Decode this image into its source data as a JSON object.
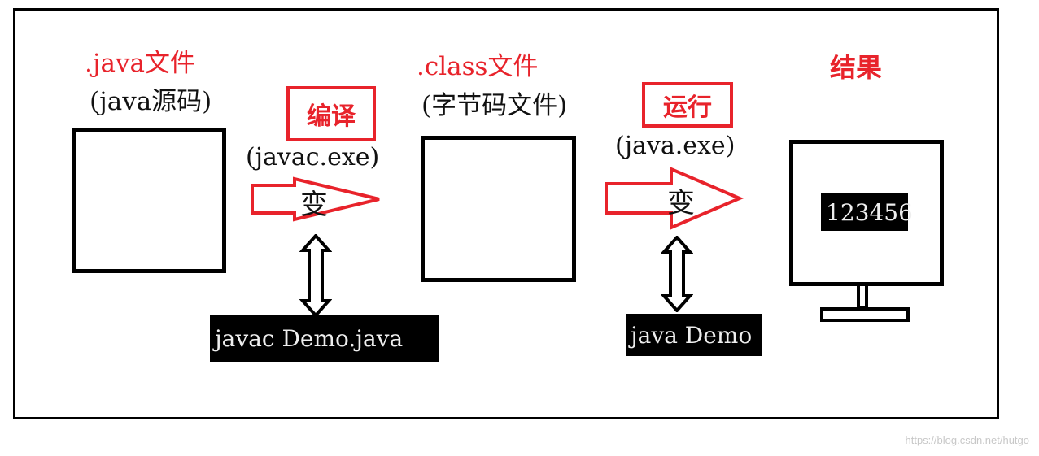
{
  "source_file": {
    "title": ".java文件",
    "subtitle": "(java源码)"
  },
  "compile": {
    "label": "编译",
    "tool": "(javac.exe)",
    "arrow_text": "变",
    "command": "javac Demo.java"
  },
  "class_file": {
    "title": ".class文件",
    "subtitle": "(字节码文件)"
  },
  "run": {
    "label": "运行",
    "tool": "(java.exe)",
    "arrow_text": "变",
    "command": "java Demo"
  },
  "result": {
    "title": "结果",
    "output": "123456"
  },
  "watermark": "https://blog.csdn.net/hutgo",
  "colors": {
    "accent": "#e8232b",
    "terminal_bg": "#000000",
    "terminal_fg": "#eeeeee"
  }
}
